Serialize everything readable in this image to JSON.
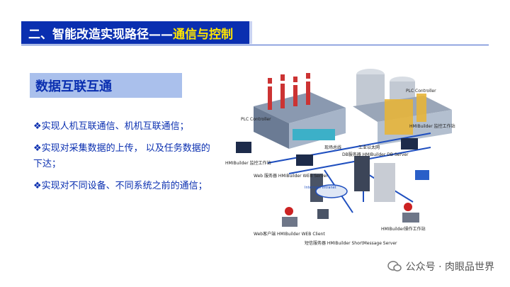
{
  "header": {
    "title": "二、智能改造实现路径——",
    "title_highlight": "通信与控制"
  },
  "section": {
    "heading": "数据互联互通"
  },
  "bullets": [
    "❖实现人机互联通信、机机互联通信；",
    "❖实现对采集数据的上传， 以及任务数据的下达；",
    "❖实现对不同设备、不同系统之前的通信；"
  ],
  "diagram": {
    "labels": {
      "plc_left": "PLC Controller",
      "hmi_left": "HMIBuilder 监控工作站",
      "plc_right": "PLC Controller",
      "hmi_right": "HMIBuilder 监控工作站",
      "fieldbus": "现场总线",
      "industrial_ethernet": "工业以太网",
      "web_server": "Web 服务器 HMIBuilder WEB Server",
      "db_server": "DB服务器 HMIBuilder DB Server",
      "internet": "Internet / Intranet",
      "hmi_ops": "HMIBuilder操作工作站",
      "web_client": "Web客户端 HMIBuilder WEB Client",
      "sms_server": "短信服务器 HMIBuilder ShortMessage Server"
    }
  },
  "footer": {
    "brand": "公众号 · 肉眼品世界"
  },
  "colors": {
    "primary": "#0a2fb0",
    "accent": "#ffe500",
    "section_bg": "#aac0ec"
  }
}
